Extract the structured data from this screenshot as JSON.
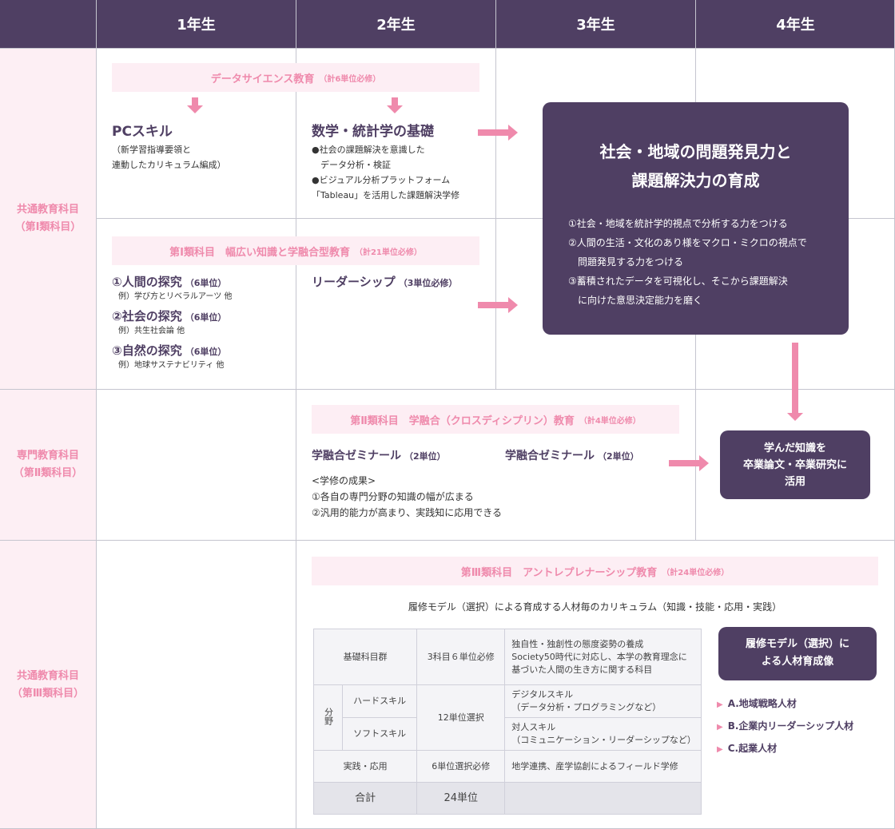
{
  "header": {
    "years": [
      "1年生",
      "2年生",
      "3年生",
      "4年生"
    ]
  },
  "sections": [
    {
      "label": "共通教育科目",
      "sub": "（第Ⅰ類科目）"
    },
    {
      "label": "専門教育科目",
      "sub": "（第Ⅱ類科目）"
    },
    {
      "label": "共通教育科目",
      "sub": "（第Ⅲ類科目）"
    }
  ],
  "data_science": {
    "title": "データサイエンス教育",
    "note": "（計6単位必修）",
    "pc": {
      "title": "PCスキル",
      "lines": [
        "（新学習指導要領と",
        "連動したカリキュラム編成）"
      ]
    },
    "math": {
      "title": "数学・統計学の基礎",
      "lines": [
        "●社会の課題解決を意識した",
        "　データ分析・検証",
        "●ビジュアル分析プラットフォーム",
        "「Tableau」を活用した課題解決学修"
      ]
    }
  },
  "cat1": {
    "title": "第Ⅰ類科目　幅広い知識と学融合型教育",
    "note": "（計21単位必修）",
    "items": [
      {
        "title": "①人間の探究",
        "unit": "（6単位）",
        "ex": "例）学び方とリベラルアーツ 他"
      },
      {
        "title": "②社会の探究",
        "unit": "（6単位）",
        "ex": "例）共生社会論 他"
      },
      {
        "title": "③自然の探究",
        "unit": "（6単位）",
        "ex": "例）地球サステナビリティ 他"
      }
    ],
    "leadership": {
      "title": "リーダーシップ",
      "unit": "（3単位必修）"
    }
  },
  "goal": {
    "title1": "社会・地域の問題発見力と",
    "title2": "課題解決力の育成",
    "points": [
      "①社会・地域を統計学的視点で分析する力をつける",
      "②人間の生活・文化のあり様をマクロ・ミクロの視点で",
      "　問題発見する力をつける",
      "③蓄積されたデータを可視化し、そこから課題解決",
      "　に向けた意思決定能力を磨く"
    ]
  },
  "cat2": {
    "title": "第Ⅱ類科目　学融合（クロスディシプリン）教育",
    "note": "（計4単位必修）",
    "seminar1": {
      "title": "学融合ゼミナール",
      "unit": "（2単位）"
    },
    "seminar2": {
      "title": "学融合ゼミナール",
      "unit": "（2単位）"
    },
    "outcomes": [
      "<学修の成果>",
      "①各自の専門分野の知識の幅が広まる",
      "②汎用的能力が高まり、実践知に応用できる"
    ]
  },
  "thesis": {
    "lines": [
      "学んだ知識を",
      "卒業論文・卒業研究に",
      "活用"
    ]
  },
  "cat3": {
    "title": "第Ⅲ類科目　アントレプレナーシップ教育",
    "note": "（計24単位必修）",
    "caption": "履修モデル（選択）による育成する人材毎のカリキュラム（知識・技能・応用・実践）",
    "table": {
      "basic": {
        "name": "基礎科目群",
        "units": "3科目６単位必修",
        "desc": [
          "独自性・独創性の態度姿勢の養成",
          "Society50時代に対応し、本学の教育理念に",
          "基づいた人間の生き方に関する科目"
        ]
      },
      "field": "分野",
      "hard": {
        "name": "ハードスキル",
        "desc": [
          "デジタルスキル",
          "（データ分析・プログラミングなど）"
        ]
      },
      "soft": {
        "name": "ソフトスキル",
        "desc": [
          "対人スキル",
          "（コミュニケーション・リーダーシップなど）"
        ]
      },
      "skill_units": "12単位選択",
      "practice": {
        "name": "実践・応用",
        "units": "6単位選択必修",
        "desc": "地学連携、産学協創によるフィールド学修"
      },
      "total": {
        "name": "合計",
        "units": "24単位"
      }
    },
    "model": {
      "title1": "履修モデル（選択）に",
      "title2": "よる人材育成像",
      "items": [
        "A.地域戦略人材",
        "B.企業内リーダーシップ人材",
        "C.起業人材"
      ]
    }
  },
  "colors": {
    "purple": "#4f3f63",
    "pink": "#ef8aac",
    "pink_bg": "#fdeef4"
  }
}
